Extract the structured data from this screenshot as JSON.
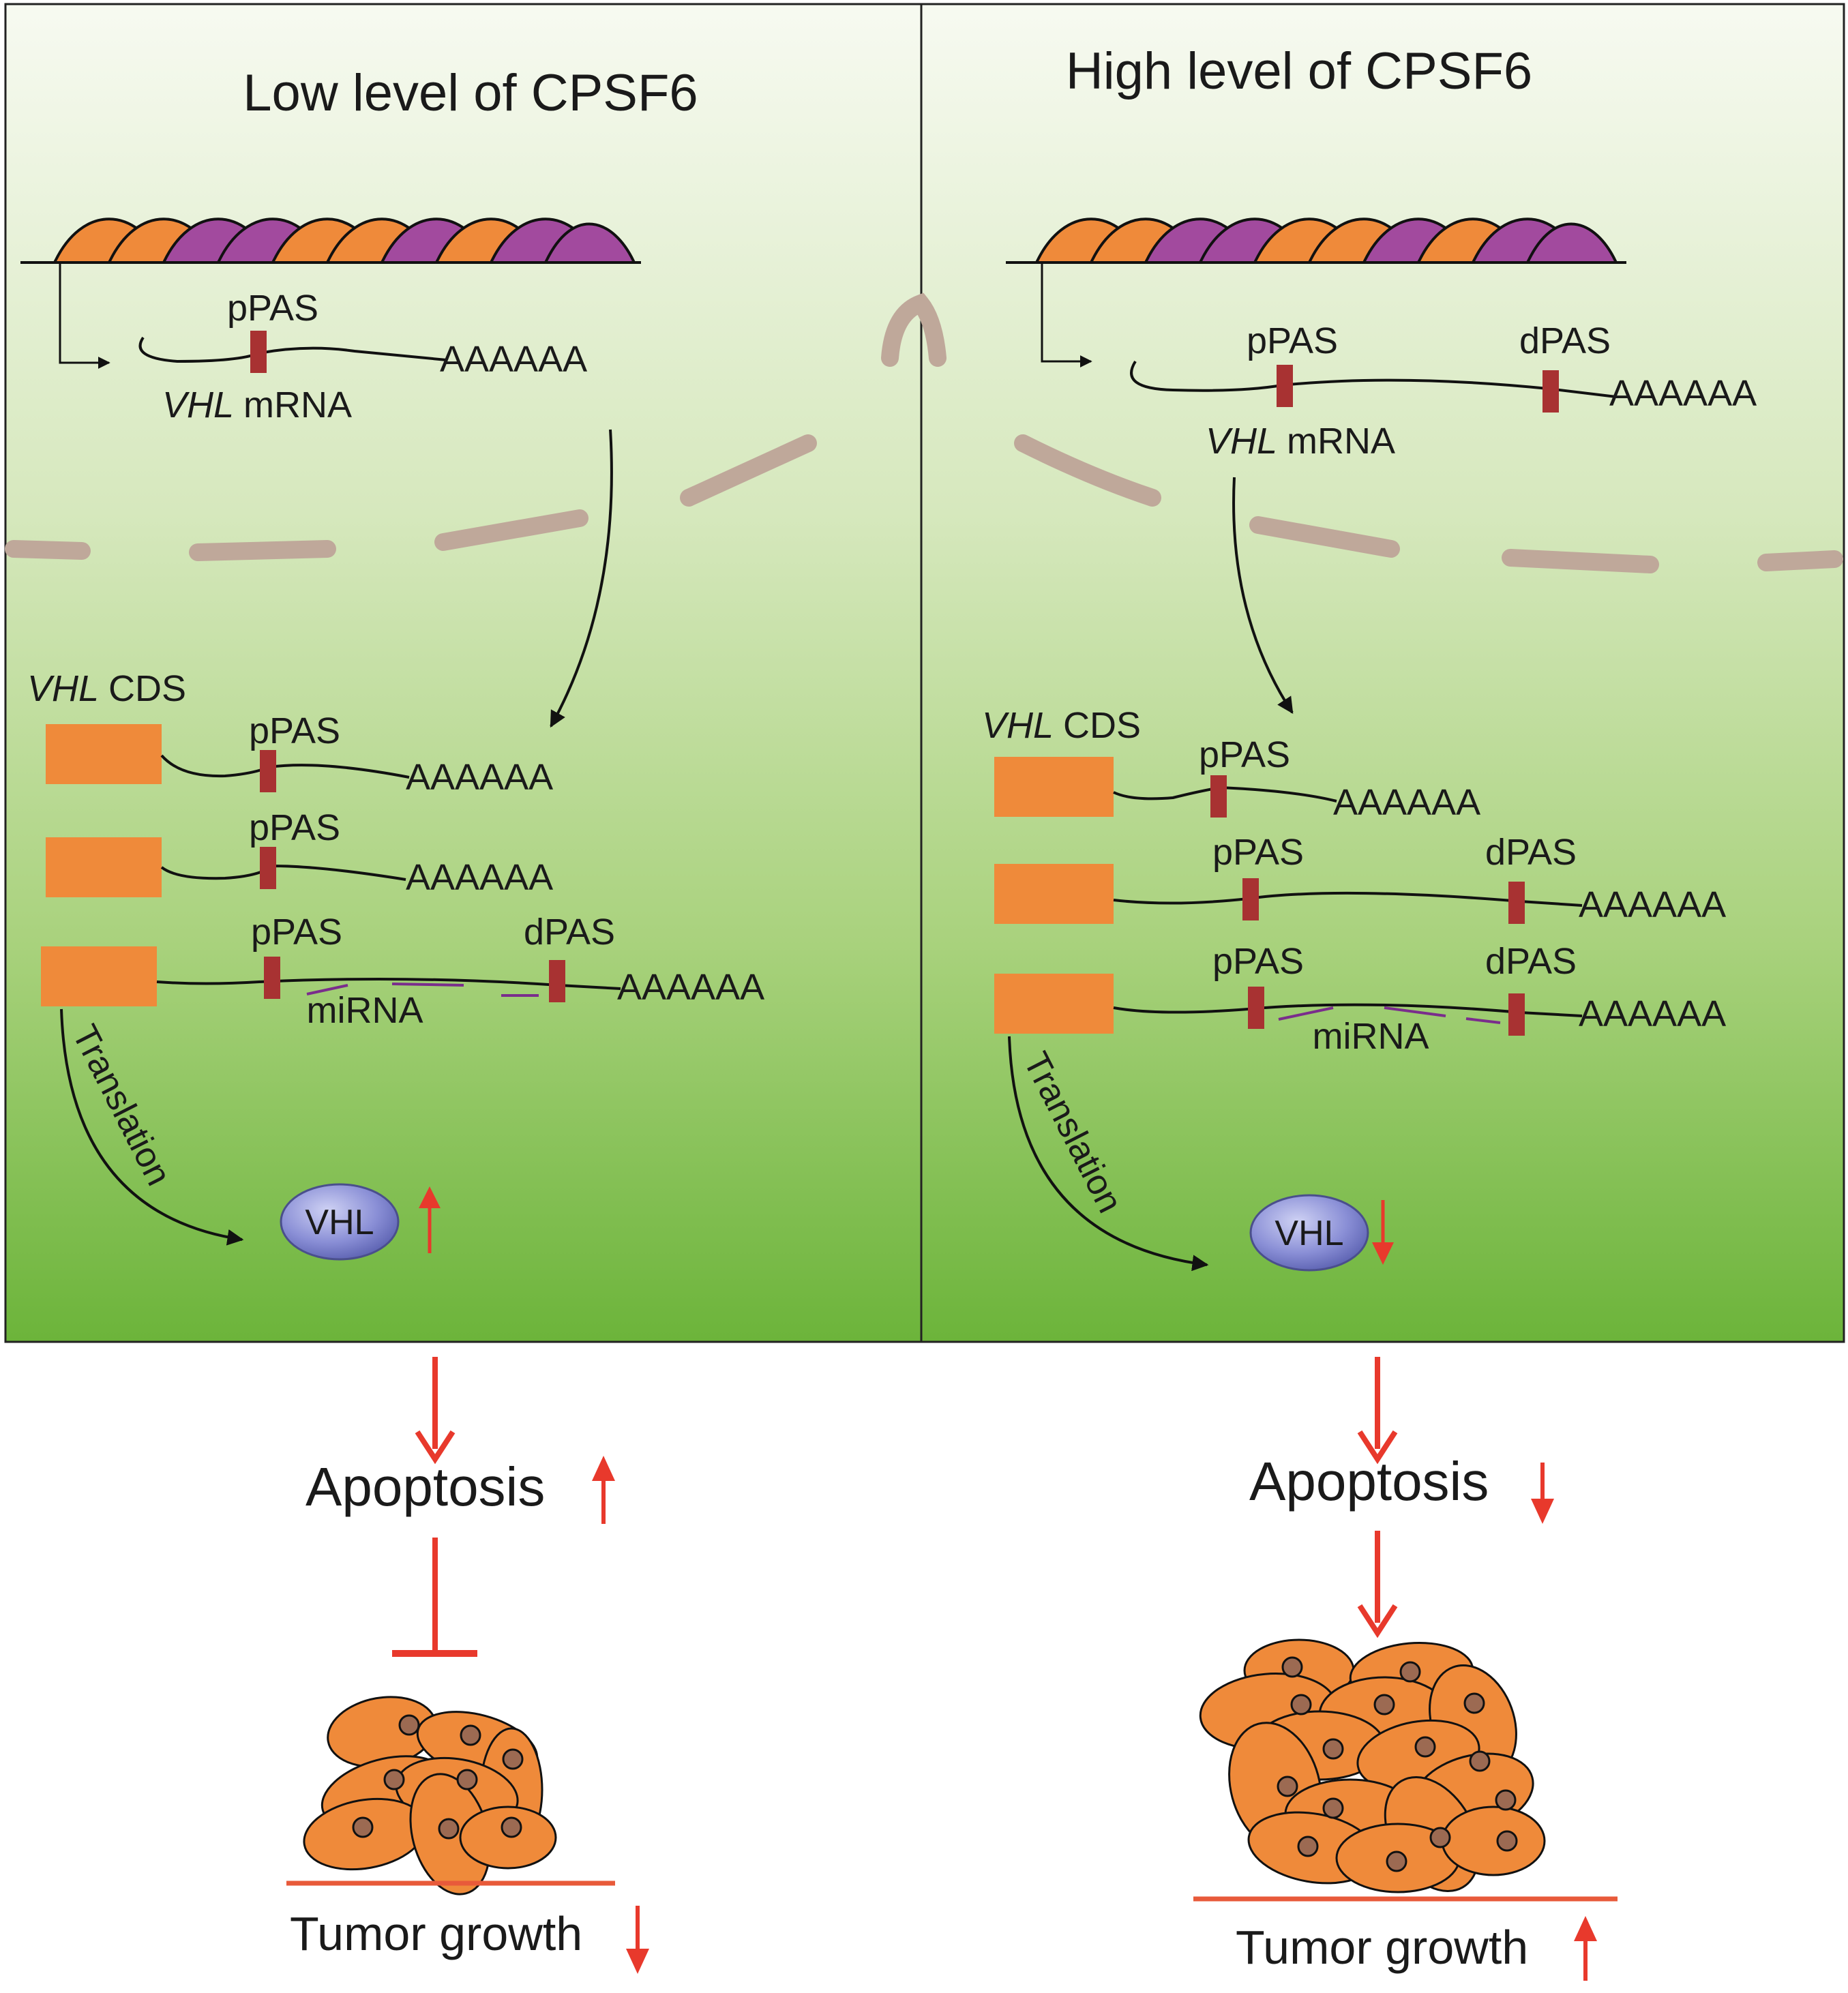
{
  "panels": {
    "left": {
      "title": "Low level of CPSF6",
      "nuclear_mrna": {
        "site1": "pPAS",
        "tail": "AAAAAA",
        "gene": "VHL",
        "label_suffix": "mRNA"
      },
      "cds_label_gene": "VHL",
      "cds_label_suffix": "CDS",
      "transcripts": [
        {
          "sites": [
            "pPAS"
          ],
          "tail": "AAAAAA"
        },
        {
          "sites": [
            "pPAS"
          ],
          "tail": "AAAAAA"
        },
        {
          "sites": [
            "pPAS",
            "dPAS"
          ],
          "tail": "AAAAAA",
          "mirna": "miRNA"
        }
      ],
      "translation": "Translation",
      "protein": "VHL",
      "protein_change": "up"
    },
    "right": {
      "title": "High level of CPSF6",
      "nuclear_mrna": {
        "site1": "pPAS",
        "site2": "dPAS",
        "tail": "AAAAAA",
        "gene": "VHL",
        "label_suffix": "mRNA"
      },
      "cds_label_gene": "VHL",
      "cds_label_suffix": "CDS",
      "transcripts": [
        {
          "sites": [
            "pPAS"
          ],
          "tail": "AAAAAA"
        },
        {
          "sites": [
            "pPAS",
            "dPAS"
          ],
          "tail": "AAAAAA"
        },
        {
          "sites": [
            "pPAS",
            "dPAS"
          ],
          "tail": "AAAAAA",
          "mirna": "miRNA"
        }
      ],
      "translation": "Translation",
      "protein": "VHL",
      "protein_change": "down"
    }
  },
  "outcomes": {
    "left": {
      "apoptosis": "Apoptosis",
      "apoptosis_change": "up",
      "tumor": "Tumor growth",
      "tumor_change": "down"
    },
    "right": {
      "apoptosis": "Apoptosis",
      "apoptosis_change": "down",
      "tumor": "Tumor growth",
      "tumor_change": "up"
    }
  },
  "colors": {
    "orange": "#ef8a3a",
    "purple": "#a24a9e",
    "pas_marker": "#a83232",
    "red_arrow": "#e8392c",
    "membrane": "#c0a898",
    "protein": "#6f74c4",
    "gradient_top": "#f6f9ef",
    "gradient_bottom": "#6cb43a"
  }
}
